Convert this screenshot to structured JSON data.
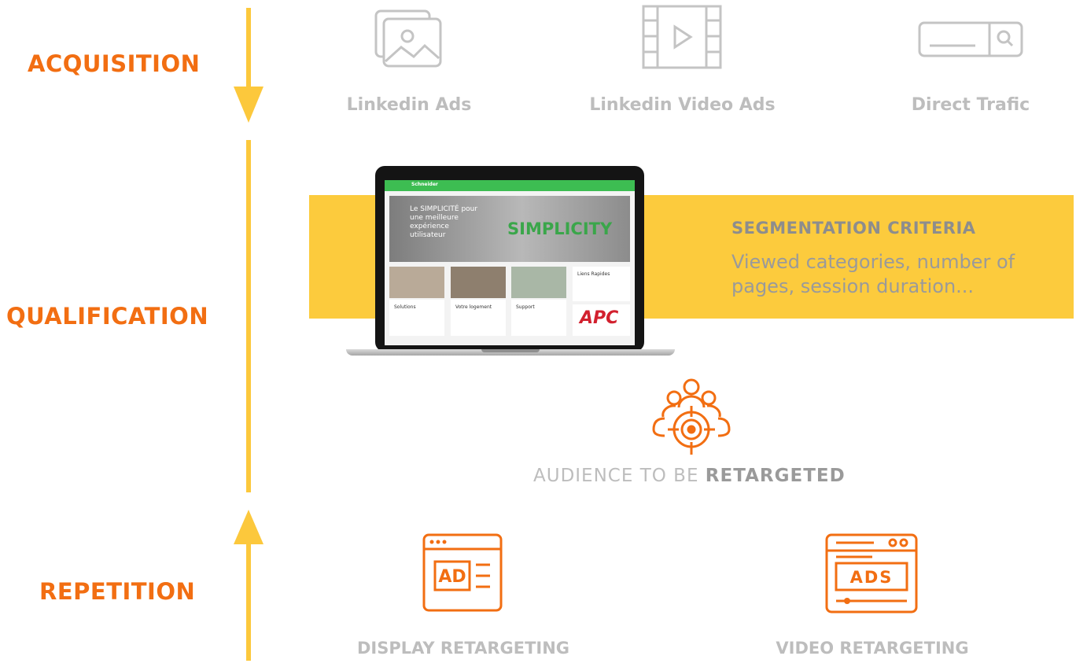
{
  "stages": {
    "acquisition": "ACQUISITION",
    "qualification": "QUALIFICATION",
    "repetition": "REPETITION"
  },
  "channels": [
    {
      "label": "Linkedin Ads",
      "icon": "image-gallery-icon"
    },
    {
      "label": "Linkedin Video Ads",
      "icon": "video-film-icon"
    },
    {
      "label": "Direct Trafic",
      "icon": "search-bar-icon"
    }
  ],
  "segmentation": {
    "title": "SEGMENTATION CRITERIA",
    "text": "Viewed categories, number of pages, session duration..."
  },
  "audience": {
    "prefix": "AUDIENCE TO BE ",
    "bold": "RETARGETED",
    "icon": "target-audience-icon"
  },
  "retargeting": [
    {
      "label": "DISPLAY RETARGETING",
      "icon": "display-ad-icon",
      "badge": "AD"
    },
    {
      "label": "VIDEO RETARGETING",
      "icon": "video-ads-icon",
      "badge": "ADS"
    }
  ],
  "website": {
    "logo": "Schneider",
    "hero_text": "Le SIMPLICITÉ pour une meilleure expérience utilisateur",
    "hero_word": "SIMPLICITY",
    "cards": [
      "Solutions",
      "Votre logement",
      "Support"
    ],
    "side_title": "Liens Rapides",
    "brand": "APC"
  },
  "colors": {
    "orange": "#f26e12",
    "yellow": "#fccb3d",
    "gray": "#bdbdbd"
  }
}
